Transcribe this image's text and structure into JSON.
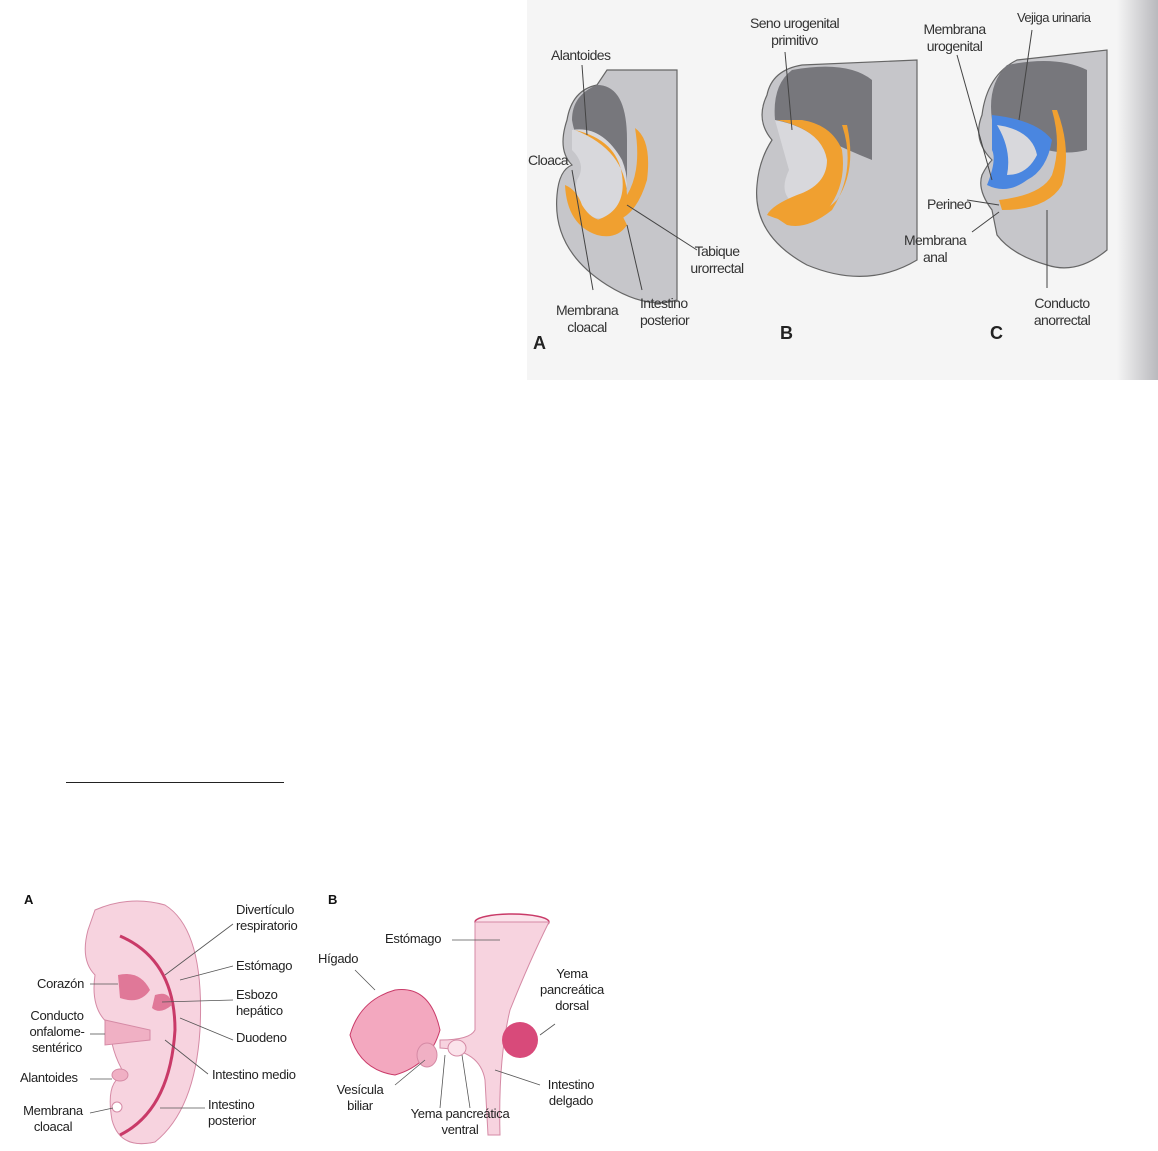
{
  "figure_top": {
    "panels": [
      "A",
      "B",
      "C"
    ],
    "labels": {
      "alantoides": "Alantoides",
      "cloaca": "Cloaca",
      "tabique_1": "Tabique",
      "tabique_2": "urorrectal",
      "membrana_cloacal_1": "Membrana",
      "membrana_cloacal_2": "cloacal",
      "intestino_posterior_1": "Intestino",
      "intestino_posterior_2": "posterior",
      "seno_1": "Seno urogenital",
      "seno_2": "primitivo",
      "membrana_urogenital_1": "Membrana",
      "membrana_urogenital_2": "urogenital",
      "vejiga": "Vejiga urinaria",
      "perineo": "Perineo",
      "membrana_anal_1": "Membrana",
      "membrana_anal_2": "anal",
      "conducto_1": "Conducto",
      "conducto_2": "anorrectal"
    },
    "colors": {
      "tissue": "#c8c8cc",
      "cavity": "#7d7d82",
      "hindgut": "#f0a030",
      "bladder": "#4a86e0"
    }
  },
  "figure_bottom": {
    "panels": [
      "A",
      "B"
    ],
    "labels_a": {
      "diverticulo_1": "Divertículo",
      "diverticulo_2": "respiratorio",
      "estomago": "Estómago",
      "corazon": "Corazón",
      "esbozo_1": "Esbozo",
      "esbozo_2": "hepático",
      "conducto_1": "Conducto",
      "conducto_2": "onfalome-",
      "conducto_3": "sentérico",
      "duodeno": "Duodeno",
      "intestino_medio": "Intestino medio",
      "alantoides": "Alantoides",
      "membrana_1": "Membrana",
      "membrana_2": "cloacal",
      "intestino_posterior_1": "Intestino",
      "intestino_posterior_2": "posterior"
    },
    "labels_b": {
      "estomago": "Estómago",
      "higado": "Hígado",
      "yema_dorsal_1": "Yema",
      "yema_dorsal_2": "pancreática",
      "yema_dorsal_3": "dorsal",
      "vesicula_1": "Vesícula",
      "vesicula_2": "biliar",
      "yema_ventral_1": "Yema pancreática",
      "yema_ventral_2": "ventral",
      "intestino_delgado_1": "Intestino",
      "intestino_delgado_2": "delgado"
    },
    "colors": {
      "tissue": "#f7d3df",
      "accent": "#d0406e"
    }
  }
}
